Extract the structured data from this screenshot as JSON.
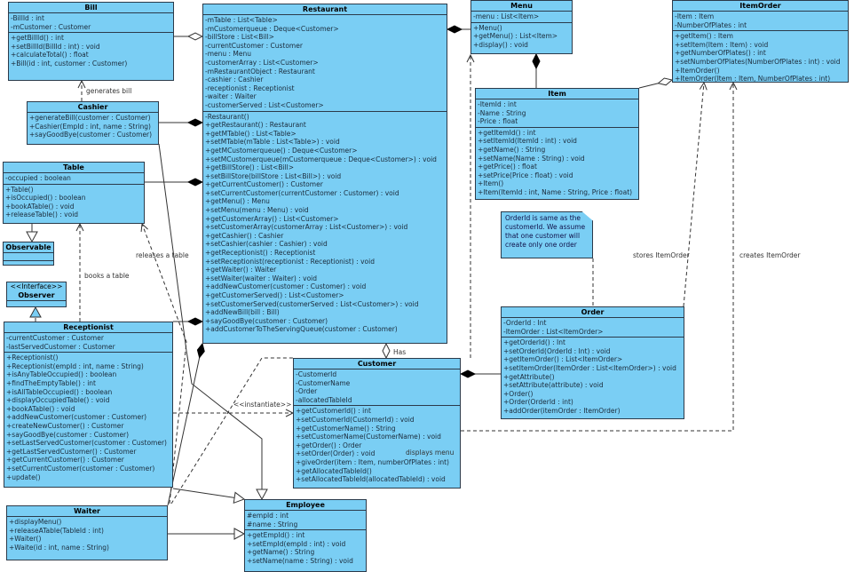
{
  "classes": {
    "bill": {
      "name": "Bill",
      "attributes": [
        "-BillId : int",
        "-mCustomer : Customer"
      ],
      "methods": [
        "+getBillId() : int",
        "+setBillId(BillId : int) : void",
        "+calculateTotal() : float",
        "+Bill(id : int, customer : Customer)"
      ]
    },
    "cashier": {
      "name": "Cashier",
      "attributes": [],
      "methods": [
        "+generateBill(customer : Customer)",
        "+Cashier(EmpId : int, name : String)",
        "+sayGoodBye(customer : Customer)"
      ]
    },
    "table": {
      "name": "Table",
      "attributes": [
        "-occupied : boolean"
      ],
      "methods": [
        "+Table()",
        "+isOccupied() : boolean",
        "+bookATable() : void",
        "+releaseTable() : void"
      ]
    },
    "observable": {
      "name": "Observable",
      "attributes": [],
      "methods": []
    },
    "observer": {
      "name": "Observer",
      "stereotype": "<<Interface>>",
      "attributes": [],
      "methods": []
    },
    "receptionist": {
      "name": "Receptionist",
      "attributes": [
        "-currentCustomer : Customer",
        "-lastServedCustomer : Customer"
      ],
      "methods": [
        "+Receptionist()",
        "+Receptionist(empId : int, name : String)",
        "+isAnyTableOccupied() : boolean",
        "+findTheEmptyTable() : int",
        "+isAllTableOccupied() : boolean",
        "+displayOccupiedTable() : void",
        "+bookATable() : void",
        "+addNewCustomer(customer : Customer)",
        "+createNewCustomer() : Customer",
        "+sayGoodBye(customer : Customer)",
        "+setLastServedCustomer(customer : Customer)",
        "+getLastServedCustomer() : Customer",
        "+getCurrentCustomer() : Customer",
        "+setCurrentCustomer(customer : Customer)",
        "+update()"
      ]
    },
    "waiter": {
      "name": "Waiter",
      "attributes": [],
      "methods": [
        "+displayMenu()",
        "+releaseATable(TableId : int)",
        "+Waiter()",
        "+Waite(id : int, name : String)"
      ]
    },
    "employee": {
      "name": "Employee",
      "attributes": [
        "#empId : int",
        "#name : String"
      ],
      "methods": [
        "+getEmpId() : int",
        "+setEmpId(empId : int) : void",
        "+getName() : String",
        "+setName(name : String) : void"
      ]
    },
    "restaurant": {
      "name": "Restaurant",
      "attributes": [
        "-mTable : List<Table>",
        "-mCustomerqueue : Deque<Customer>",
        "-billStore : List<Bill>",
        "-currentCustomer : Customer",
        "-menu : Menu",
        "-customerArray : List<Customer>",
        "-mRestaurantObject : Restaurant",
        "-cashier : Cashier",
        "-receptionist : Receptionist",
        "-waiter : Waiter",
        "-customerServed : List<Customer>"
      ],
      "methods": [
        "-Restaurant()",
        "+getRestaurant() : Restaurant",
        "+getMTable() : List<Table>",
        "+setMTable(mTable : List<Table>) : void",
        "+getMCustomerqueue() : Deque<Customer>",
        "+setMCustomerqueue(mCustomerqueue : Deque<Customer>) : void",
        "+getBillStore() : List<Bill>",
        "+setBillStore(billStore : List<Bill>) : void",
        "+getCurrentCustomer() : Customer",
        "+setCurrentCustomer(currentCustomer : Customer) : void",
        "+getMenu() : Menu",
        "+setMenu(menu : Menu) : void",
        "+getCustomerArray() : List<Customer>",
        "+setCustomerArray(customerArray : List<Customer>) : void",
        "+getCashier() : Cashier",
        "+setCashier(cashier : Cashier) : void",
        "+getReceptionist() : Receptionist",
        "+setReceptionist(receptionist : Receptionist) : void",
        "+getWaiter() : Waiter",
        "+setWaiter(waiter : Waiter) : void",
        "+addNewCustomer(customer : Customer) : void",
        "+getCustomerServed() : List<Customer>",
        "+setCustomerServed(customerServed : List<Customer>) : void",
        "+addNewBill(bill : Bill)",
        "+sayGoodBye(customer : Customer)",
        "+addCustomerToTheServingQueue(customer : Customer)"
      ]
    },
    "customer": {
      "name": "Customer",
      "attributes": [
        "-CustomerId",
        "-CustomerName",
        "-Order",
        "-allocatedTableId"
      ],
      "methods": [
        "+getCustomerId() : int",
        "+setCustomerId(CustomerId) : void",
        "+getCustomerName() : String",
        "+setCustomerName(CustomerName) : void",
        "+getOrder() : Order",
        "+setOrder(Order) : void",
        "+giveOrder(item : Item, numberOfPlates : int)",
        "+getAllocatedTableId()",
        "+setAllocatedTableId(allocatedTableId) : void"
      ]
    },
    "menu": {
      "name": "Menu",
      "attributes": [
        "-menu : List<Item>"
      ],
      "methods": [
        "+Menu()",
        "+getMenu() : List<Item>",
        "+display() : void"
      ]
    },
    "item": {
      "name": "Item",
      "attributes": [
        "-ItemId : int",
        "-Name : String",
        "-Price : float"
      ],
      "methods": [
        "+getItemId() : int",
        "+setItemId(ItemId : int) : void",
        "+getName() : String",
        "+setName(Name : String) : void",
        "+getPrice() : float",
        "+setPrice(Price : float) : void",
        "+Item()",
        "+Item(ItemId : int, Name : String, Price : float)"
      ]
    },
    "itemorder": {
      "name": "ItemOrder",
      "attributes": [
        "-Item : Item",
        "-NumberOfPlates : int"
      ],
      "methods": [
        "+getItem() : Item",
        "+setItem(Item : Item) : void",
        "+getNumberOfPlates() : int",
        "+setNumberOfPlates(NumberOfPlates : int) : void",
        "+ItemOrder()",
        "+ItemOrder(Item : Item, NumberOfPlates : int)"
      ]
    },
    "order": {
      "name": "Order",
      "attributes": [
        "-OrderId : Int",
        "-ItemOrder : List<ItemOrder>"
      ],
      "methods": [
        "+getOrderId() : Int",
        "+setOrderId(OrderId : Int) : void",
        "+getItemOrder() : List<ItemOrder>",
        "+setItemOrder(ItemOrder : List<ItemOrder>) : void",
        "+getAttribute()",
        "+setAttribute(attribute) : void",
        "+Order()",
        "+Order(OrderId : int)",
        "+addOrder(itemOrder : ItemOrder)"
      ]
    }
  },
  "note": "OrderId is same as the customerId. We assume that one customer will create only one order",
  "labels": {
    "generates_bill": "generates bill",
    "books_a_table": "books a table",
    "releases_a_table": "releases a table",
    "stores_itemorder": "stores ItemOrder",
    "creates_itemorder": "creates ItemOrder",
    "displays_menu": "displays menu",
    "has": "Has",
    "instantiate": "<<instantiate>>"
  },
  "colors": {
    "class_fill": "#7acef4",
    "border": "#2b3a4a"
  }
}
